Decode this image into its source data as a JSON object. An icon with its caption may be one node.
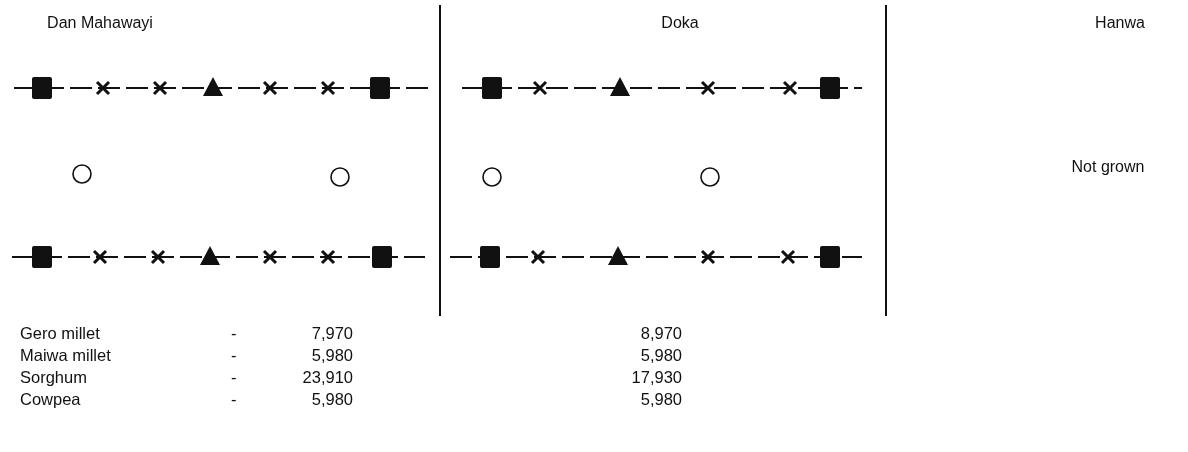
{
  "diagram": {
    "labels": [
      "Dan Mahawayi",
      "Doka",
      "Hanwa",
      "Not grown",
      "Gero millet",
      "-",
      "7,970",
      "8,970",
      "Maiwa millet",
      "-",
      "5,980",
      "5,980",
      "Sorghum",
      "-",
      "23,910",
      "17,930",
      "Cowpea",
      "-",
      "5,980",
      "5,980"
    ]
  }
}
